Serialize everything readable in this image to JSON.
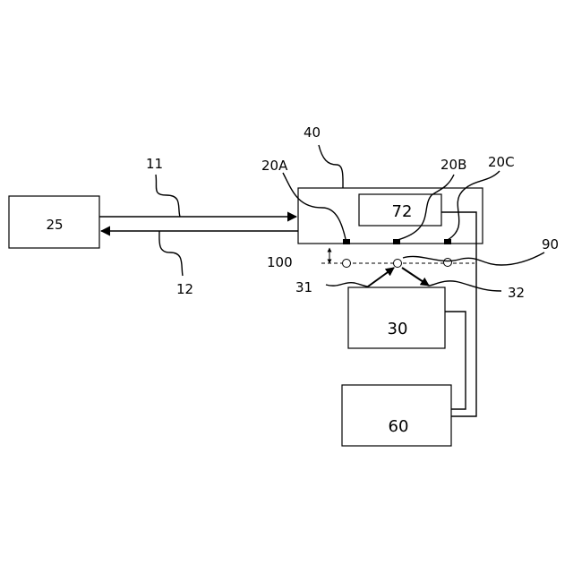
{
  "diagram": {
    "blocks": {
      "b25": "25",
      "b72": "72",
      "b30": "30",
      "b60": "60"
    },
    "labels": {
      "l11": "11",
      "l12": "12",
      "l40": "40",
      "l20a": "20A",
      "l20b": "20B",
      "l20c": "20C",
      "l90": "90",
      "l100": "100",
      "l31": "31",
      "l32": "32"
    }
  }
}
